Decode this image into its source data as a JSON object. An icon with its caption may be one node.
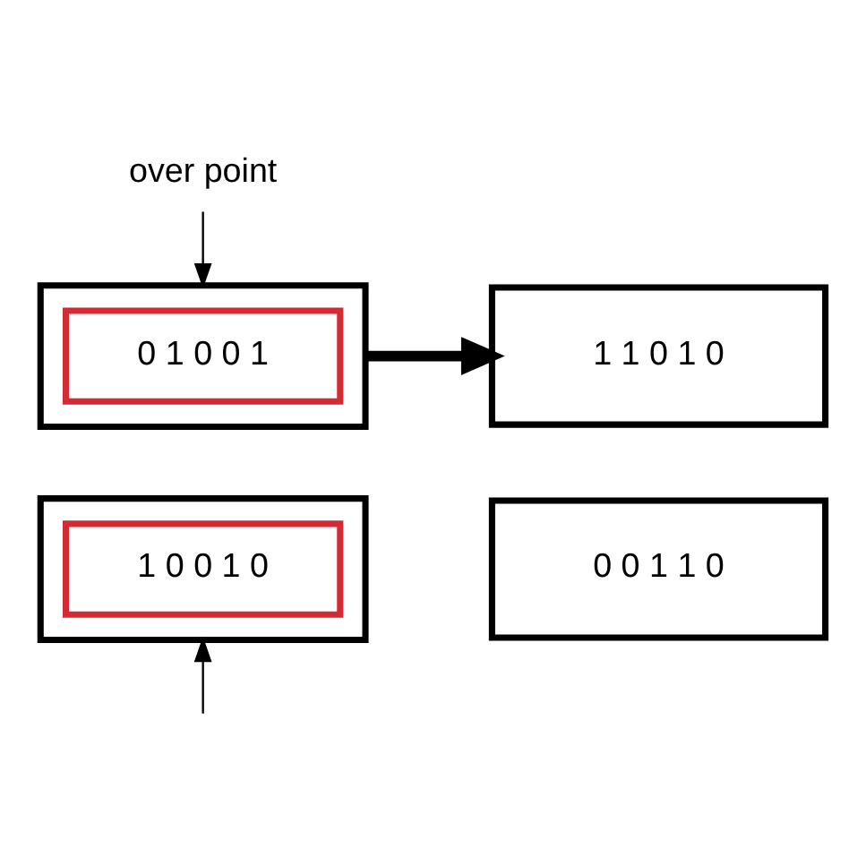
{
  "diagram": {
    "nodes": [
      {
        "text": [
          "over point"
        ]
      },
      {
        "text": [],
        "shape": "box"
      },
      {
        "text": [
          "0 1 0 0 1"
        ],
        "in": 1
      },
      {
        "text": [],
        "shape": "box"
      },
      {
        "text": [
          "1 0 0 1 0"
        ],
        "in": 3
      },
      {
        "text": [
          "1 1 0 1 0"
        ]
      },
      {
        "text": [
          "0 0 1 1 0"
        ]
      }
    ],
    "edges": [
      {
        "from": 0,
        "to": 1,
        "arrow": "to"
      },
      {
        "from": null,
        "to": 3,
        "arrow": "to"
      },
      {
        "from": 1,
        "to": 5,
        "arrow": "to",
        "style": "thick"
      }
    ]
  }
}
